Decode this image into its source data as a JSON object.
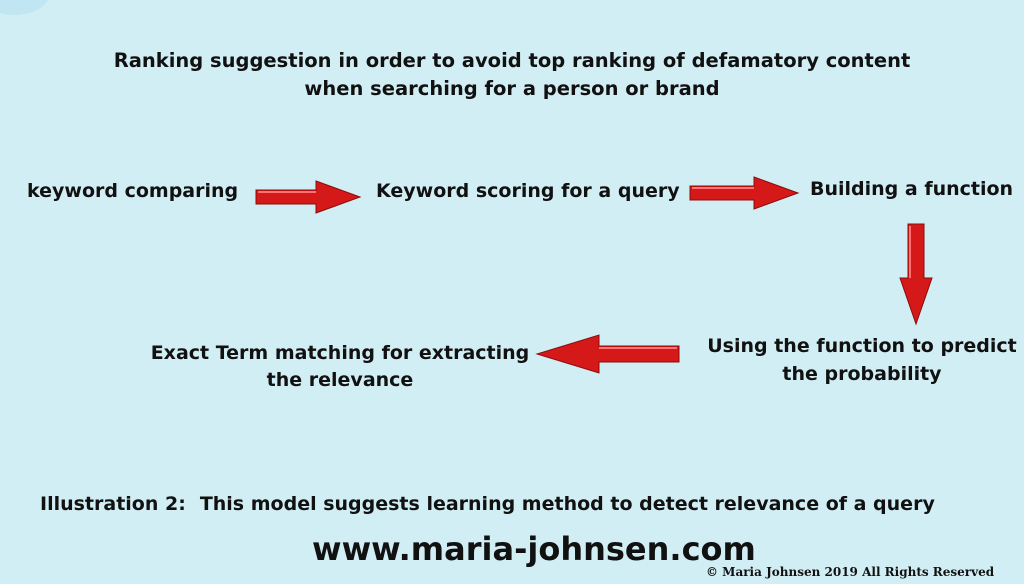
{
  "title": {
    "line1": "Ranking suggestion in order to avoid top ranking of defamatory content",
    "line2": "when searching for a person or brand"
  },
  "steps": [
    {
      "lines": [
        "keyword comparing"
      ]
    },
    {
      "lines": [
        "Keyword scoring for a query"
      ]
    },
    {
      "lines": [
        "Building a function"
      ]
    },
    {
      "lines": [
        "Using the function to predict",
        "the probability"
      ]
    },
    {
      "lines": [
        "Exact Term matching for extracting",
        "the relevance"
      ]
    }
  ],
  "caption": {
    "label": "Illustration 2:",
    "text": "This model suggests learning method to detect relevance of a query"
  },
  "website": "www.maria-johnsen.com",
  "copyright": "© Maria Johnsen 2019 All Rights Reserved",
  "colors": {
    "background": "#d2eef5",
    "arrow": "#d51818",
    "text": "#111111"
  }
}
